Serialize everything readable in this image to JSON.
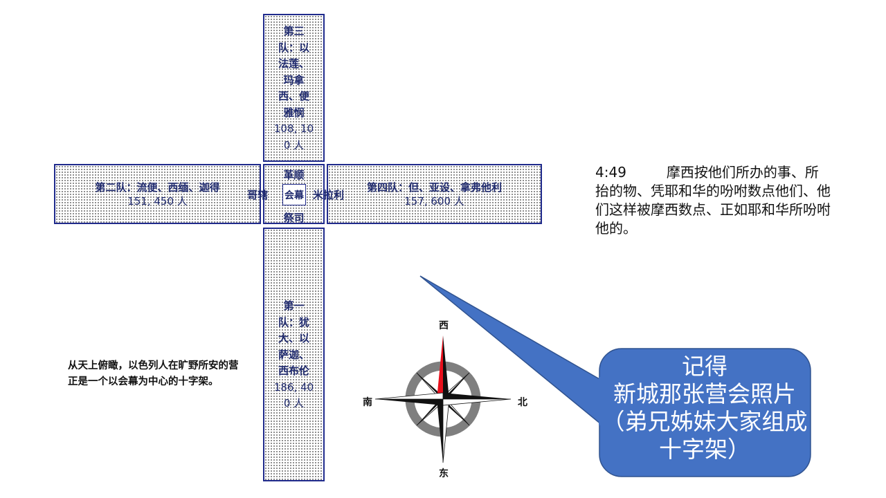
{
  "tribes": {
    "third": {
      "lines": [
        "第三",
        "队：以",
        "法莲、",
        "玛拿",
        "西、便",
        "雅悯",
        "108, 10",
        "0 人"
      ]
    },
    "second": {
      "line1": "第二队：流便、西缅、迦得",
      "line2": "151, 450 人"
    },
    "fourth": {
      "line1": "第四队：但、亚设、拿弗他利",
      "line2": "157, 600 人"
    },
    "first": {
      "lines": [
        "第一",
        "队：犹",
        "大、以",
        "萨迦、",
        "西布伦",
        "186, 40",
        "0 人"
      ]
    }
  },
  "center": {
    "top": "革顺",
    "tabernacle": "会幕",
    "bottom": "祭司",
    "left": "哥辖",
    "right": "米拉利"
  },
  "description": "从天上俯瞰，以色列人在旷野所安的营正是一个以会幕为中心的十字架。",
  "verse": {
    "ref": "4:49",
    "text": "摩西按他们所办的事、所抬的物、凭耶和华的吩咐数点他们、他们这样被摩西数点、正如耶和华所吩咐他的。"
  },
  "callout": {
    "line1": "记得",
    "line2": "新城那张营会照片（弟兄姊妹大家组成十字架）"
  },
  "compass": {
    "top": "西",
    "right": "北",
    "bottom": "东",
    "left": "南"
  },
  "colors": {
    "border": "#1f2a8c",
    "callout_fill": "#4472c4",
    "compass_red": "#e8101c",
    "compass_ring": "#7f7f7f"
  }
}
